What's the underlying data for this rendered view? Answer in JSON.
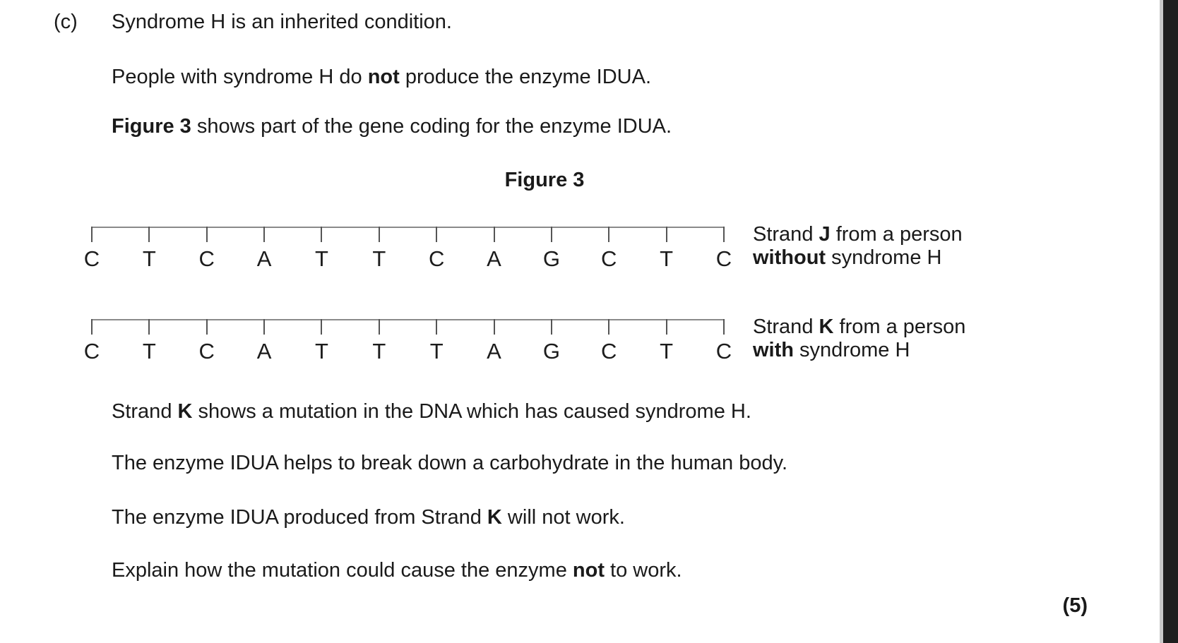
{
  "question": {
    "part_label": "(c)",
    "intro": [
      {
        "t": "Syndrome H is an inherited condition."
      }
    ],
    "line2": [
      {
        "t": "People with syndrome H do "
      },
      {
        "t": "not",
        "b": true
      },
      {
        "t": " produce the enzyme IDUA."
      }
    ],
    "line3": [
      {
        "t": "Figure 3",
        "b": true
      },
      {
        "t": " shows part of the gene coding for the enzyme IDUA."
      }
    ],
    "after": [
      [
        {
          "t": "Strand "
        },
        {
          "t": "K",
          "b": true
        },
        {
          "t": " shows a mutation in the DNA which has caused syndrome H."
        }
      ],
      [
        {
          "t": "The enzyme IDUA helps to break down a carbohydrate in the human body."
        }
      ],
      [
        {
          "t": "The enzyme IDUA produced from Strand "
        },
        {
          "t": "K",
          "b": true
        },
        {
          "t": " will not work."
        }
      ],
      [
        {
          "t": "Explain how the mutation could cause the enzyme "
        },
        {
          "t": "not",
          "b": true
        },
        {
          "t": " to work."
        }
      ]
    ],
    "marks": "(5)"
  },
  "figure": {
    "title": "Figure 3",
    "strands": [
      {
        "name": "J",
        "bases": [
          "C",
          "T",
          "C",
          "A",
          "T",
          "T",
          "C",
          "A",
          "G",
          "C",
          "T",
          "C"
        ],
        "label_lines": [
          [
            {
              "t": "Strand "
            },
            {
              "t": "J",
              "b": true
            },
            {
              "t": " from a person"
            }
          ],
          [
            {
              "t": "without",
              "b": true
            },
            {
              "t": " syndrome H"
            }
          ]
        ]
      },
      {
        "name": "K",
        "bases": [
          "C",
          "T",
          "C",
          "A",
          "T",
          "T",
          "T",
          "A",
          "G",
          "C",
          "T",
          "C"
        ],
        "label_lines": [
          [
            {
              "t": "Strand "
            },
            {
              "t": "K",
              "b": true
            },
            {
              "t": " from a person"
            }
          ],
          [
            {
              "t": "with",
              "b": true
            },
            {
              "t": " syndrome H"
            }
          ]
        ]
      }
    ]
  },
  "colors": {
    "text": "#1a1a1a",
    "backbone_line": "#8a8a8a",
    "tick": "#555555",
    "edge_strip_dark": "#1f1f1f",
    "edge_strip_light": "#c9c9c9"
  }
}
